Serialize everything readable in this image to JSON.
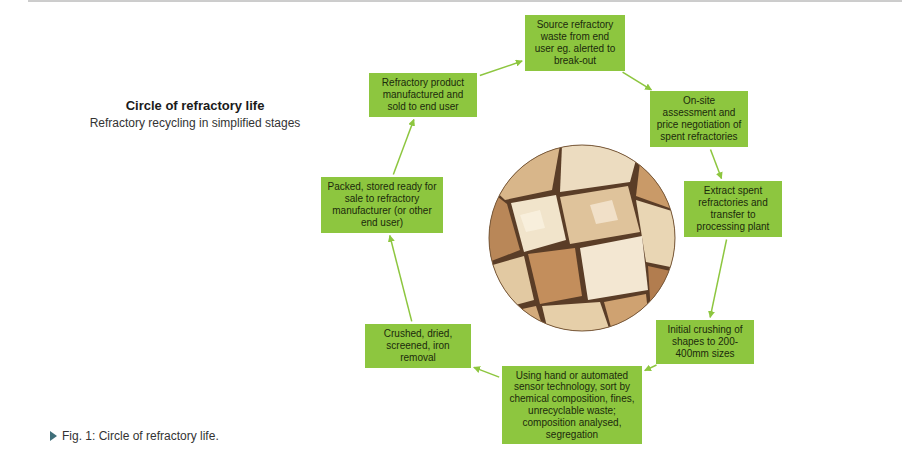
{
  "diagram": {
    "title": "Circle of refractory life",
    "caption": "Fig. 1: Circle of refractory life.",
    "nodes": [
      {
        "text": [
          "Source refractory waste from end user eg. alerted to break-out"
        ]
      },
      {
        "text": [
          "On-site assessment and price negotiation of spent refractories"
        ]
      },
      {
        "text": [
          "Extract spent refractories and transfer to processing plant"
        ]
      },
      {
        "text": [
          "Initial crushing of shapes to 200-400mm sizes"
        ]
      },
      {
        "text": [
          "Using hand or automated sensor technology, sort by chemical composition, fines, unrecyclable waste; composition analysed, segregation"
        ]
      },
      {
        "text": [
          "Crushed, dried, screened, iron removal"
        ]
      },
      {
        "text": [
          "Packed, stored ready for sale to refractory manufacturer (or other end user)"
        ]
      },
      {
        "text": [
          "Refractory product manufactured and sold to end user"
        ]
      }
    ],
    "edges": [
      {
        "from": 0,
        "to": 1,
        "arrow": "to"
      },
      {
        "from": 1,
        "to": 2,
        "arrow": "to"
      },
      {
        "from": 2,
        "to": 3,
        "arrow": "to"
      },
      {
        "from": 3,
        "to": 4,
        "arrow": "to"
      },
      {
        "from": 4,
        "to": 5,
        "arrow": "to"
      },
      {
        "from": 5,
        "to": 6,
        "arrow": "to"
      },
      {
        "from": 6,
        "to": 7,
        "arrow": "to"
      },
      {
        "from": 7,
        "to": 0,
        "arrow": "to"
      }
    ],
    "labels": [
      "Refractory recycling in simplified stages"
    ]
  }
}
